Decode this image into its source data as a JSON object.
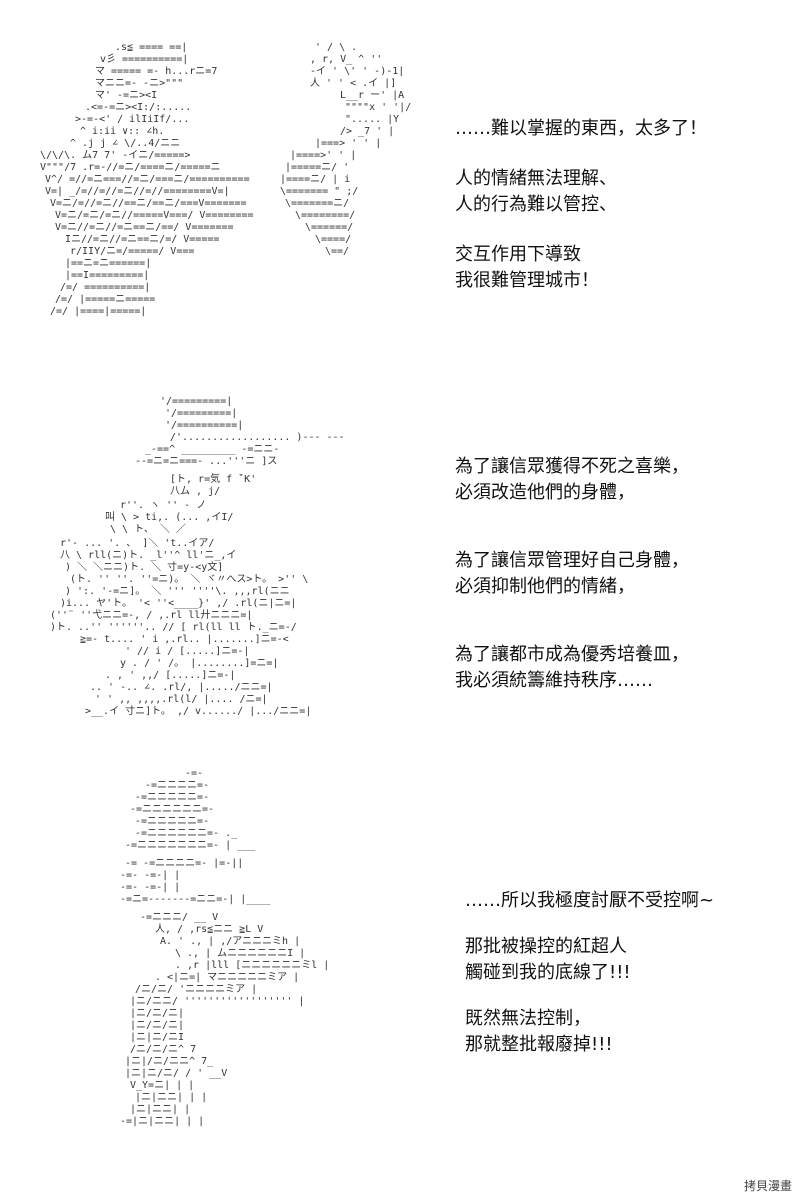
{
  "panels": [
    {
      "dialogue": [
        [
          "……難以掌握的東西，太多了！"
        ],
        [
          "人的情緒無法理解、",
          "人的行為難以管控、"
        ],
        [
          "交互作用下導致",
          "我很難管理城市！"
        ]
      ]
    },
    {
      "dialogue": [
        [
          "為了讓信眾獲得不死之喜樂，",
          "必須改造他們的身體，"
        ],
        [
          "為了讓信眾管理好自己身體，",
          "必須抑制他們的情緒，"
        ],
        [
          "為了讓都市成為優秀培養皿，",
          "我必須統籌維持秩序……"
        ]
      ]
    },
    {
      "dialogue": [
        [
          "……所以我極度討厭不受控啊~"
        ],
        [
          "那批被操控的紅超人",
          "觸碰到我的底線了!!!"
        ],
        [
          "既然無法控制，",
          "那就整批報廢掉!!!"
        ]
      ]
    }
  ],
  "watermark": "拷貝漫畫"
}
